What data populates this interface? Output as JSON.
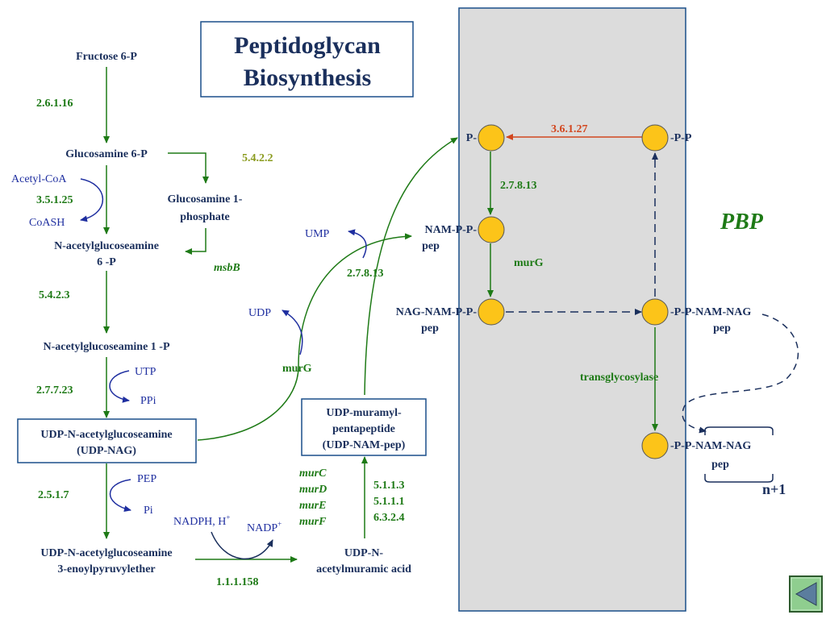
{
  "title": {
    "line1": "Peptidoglycan",
    "line2": "Biosynthesis"
  },
  "pathway": {
    "fructose6p": "Fructose 6-P",
    "ec_2_6_1_16": "2.6.1.16",
    "glucosamine6p": "Glucosamine 6-P",
    "ec_5_4_2_2": "5.4.2.2",
    "acetylcoa": "Acetyl-CoA",
    "ec_3_5_1_25": "3.5.1.25",
    "coash": "CoASH",
    "glucosamine1p_l1": "Glucosamine 1-",
    "glucosamine1p_l2": "phosphate",
    "msbB": "msbB",
    "nacglc6p_l1": "N-acetylglucoseamine",
    "nacglc6p_l2": "6 -P",
    "ec_5_4_2_3": "5.4.2.3",
    "nacglc1p": "N-acetylglucoseamine 1 -P",
    "utp": "UTP",
    "ppi": "PPi",
    "ec_2_7_7_23": "2.7.7.23",
    "udpnag_l1": "UDP-N-acetylglucoseamine",
    "udpnag_l2": "(UDP-NAG)",
    "pep": "PEP",
    "pi": "Pi",
    "ec_2_5_1_7": "2.5.1.7",
    "enoyl_l1": "UDP-N-acetylglucoseamine",
    "enoyl_l2": "3-enoylpyruvylether",
    "nadph": "NADPH, H",
    "nadph_sup": "+",
    "nadp": "NADP",
    "nadp_sup": "+",
    "ec_1_1_1_158": "1.1.1.158",
    "udpnam_l1": "UDP-N-",
    "udpnam_l2": "acetylmuramic acid",
    "murC": "murC",
    "murD": "murD",
    "murE": "murE",
    "murF": "murF",
    "ec_5_1_1_3": "5.1.1.3",
    "ec_5_1_1_1": "5.1.1.1",
    "ec_6_3_2_4": "6.3.2.4",
    "udpnampep_l1": "UDP-muramyl-",
    "udpnampep_l2": "pentapeptide",
    "udpnampep_l3": "(UDP-NAM-pep)",
    "murG_left": "murG",
    "udp": "UDP",
    "ump": "UMP",
    "ec_2_7_8_13_left": "2.7.8.13"
  },
  "membrane": {
    "p_label": "P-",
    "ec_3_6_1_27": "3.6.1.27",
    "pp_label": "-P-P",
    "ec_2_7_8_13": "2.7.8.13",
    "nampp_l1": "NAM-P-P-",
    "nampp_l2": "pep",
    "murG": "murG",
    "nagnampp_l1": "NAG-NAM-P-P-",
    "nagnampp_l2": "pep",
    "ppnamnag_l1": "-P-P-NAM-NAG",
    "ppnamnag_l2": "pep",
    "transglycosylase": "transglycosylase",
    "ppnamnag2_l1": "-P-P-NAM-NAG",
    "ppnamnag2_l2": "pep",
    "n_plus_1": "n+1",
    "pbp": "PBP"
  },
  "colors": {
    "navy": "#1a2f5c",
    "green": "#1e7a16",
    "blue": "#1f2fa0",
    "red": "#d2461e",
    "olive": "#8a9b1e",
    "membrane": "#dcdcdc",
    "lipid": "#fcc419"
  },
  "nav": {
    "icon": "back-arrow-icon"
  }
}
